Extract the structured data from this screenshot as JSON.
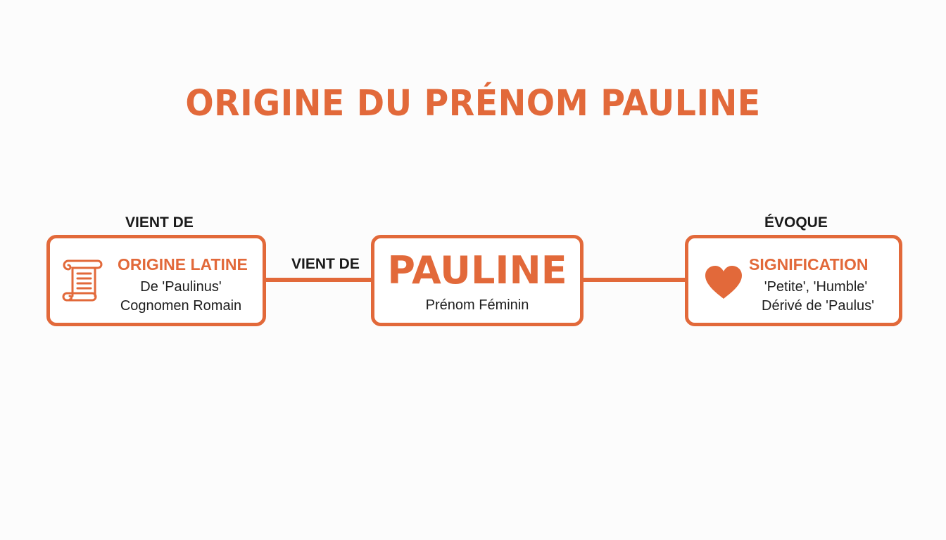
{
  "title": "ORIGINE DU PRÉNOM PAULINE",
  "colors": {
    "accent": "#e2693a",
    "text": "#1e1e1e",
    "background": "#fcfcfc"
  },
  "nodes": {
    "left": {
      "top_label": "VIENT DE",
      "icon": "scroll-icon",
      "heading": "ORIGINE LATINE",
      "lines": [
        "De 'Paulinus'",
        "Cognomen Romain"
      ]
    },
    "center": {
      "heading": "PAULINE",
      "lines": [
        "Prénom Féminin"
      ]
    },
    "right": {
      "top_label": "ÉVOQUE",
      "icon": "heart-icon",
      "heading": "SIGNIFICATION",
      "lines": [
        "'Petite', 'Humble'",
        "Dérivé de 'Paulus'"
      ]
    }
  },
  "edges": [
    {
      "from": "left",
      "to": "center",
      "label": "VIENT DE"
    },
    {
      "from": "center",
      "to": "right",
      "label": ""
    }
  ]
}
